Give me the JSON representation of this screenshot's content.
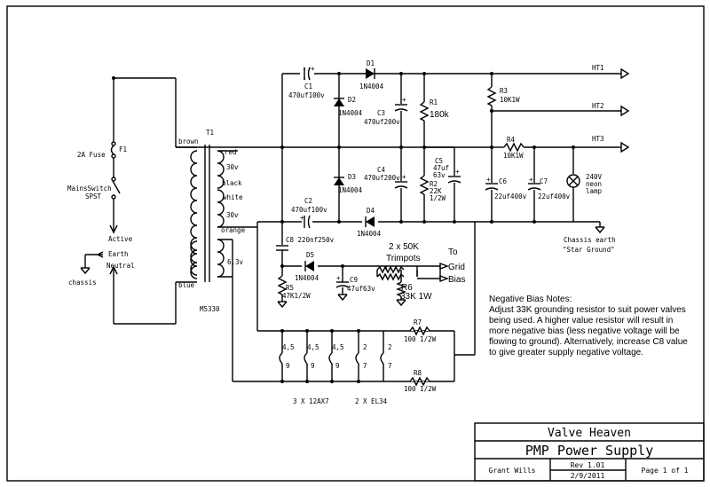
{
  "labels": {
    "D1": "D1",
    "D1v": "1N4004",
    "C1": "C1",
    "C1v": "470uf100v",
    "D2": "D2",
    "D2v": "1N4004",
    "C3": "C3",
    "C3v": "470uf200v",
    "R1": "R1",
    "R1v": "180k",
    "R3": "R3",
    "R3v": "10K1W",
    "HT1": "HT1",
    "HT2": "HT2",
    "HT3": "HT3",
    "T1": "T1",
    "brown": "brown",
    "red": "red",
    "v30a": "30v",
    "black": "black",
    "white": "white",
    "v30b": "30v",
    "orange": "orange",
    "v63": "6.3v",
    "blue": "blue",
    "F1": "F1",
    "fuse": "2A Fuse",
    "sw1": "MainsSwitch",
    "sw2": "SPST",
    "active": "Active",
    "earth": "Earth",
    "neutral": "Neutral",
    "chassis": "chassis",
    "D3": "D3",
    "D3v": "1N4004",
    "C4": "C4",
    "C4v": "470uf200v",
    "R4": "R4",
    "R4v": "10K1W",
    "C5": "C5",
    "C5v1": "47uf",
    "C5v2": "63v",
    "R2": "R2",
    "R2v1": "22K",
    "R2v2": "1/2W",
    "C6": "C6",
    "C6v": "22uf400v",
    "C7": "C7",
    "C7v": "22uf400v",
    "neon1": "240V",
    "neon2": "neon",
    "neon3": "lamp",
    "C2": "C2",
    "C2v": "470uf100v",
    "D4": "D4",
    "D4v": "1N4004",
    "C8": "C8 220nf250v",
    "chassisEarth": "Chassis earth",
    "starGround": "\"Star Ground\"",
    "D5": "D5",
    "D5v": "1N4004",
    "trim1": "2 x 50K",
    "trim2": "Trimpots",
    "to1": "To",
    "to2": "Grid",
    "to3": "Bias",
    "R6": "R6",
    "R6v": "33K 1W",
    "C9": "C9",
    "C9v": "47uf63v",
    "R5": "R5",
    "R5v": "47K1/2W",
    "M5330": "M5330",
    "R7": "R7",
    "R7v": "100 1/2W",
    "R8": "R8",
    "R8v": "100 1/2W",
    "pinsA": [
      "4,5",
      "4,5",
      "4,5",
      "2",
      "2"
    ],
    "pinsB": [
      "9",
      "9",
      "9",
      "7",
      "7"
    ],
    "tubes1": "3 X 12AX7",
    "tubes2": "2 X EL34"
  },
  "notes": {
    "title": "Negative Bias Notes:",
    "lines": [
      "Adjust 33K grounding resistor to suit power valves",
      "being used. A higher value resistor will result in",
      "more negative bias (less negative voltage will be",
      "flowing to ground). Alternatively, increase C8 value",
      "to give greater supply negative voltage."
    ]
  },
  "titleBlock": {
    "company": "Valve Heaven",
    "project": "PMP Power Supply",
    "author": "Grant Wills",
    "rev": "Rev 1.01",
    "date": "2/9/2011",
    "page": "Page 1 of 1"
  }
}
